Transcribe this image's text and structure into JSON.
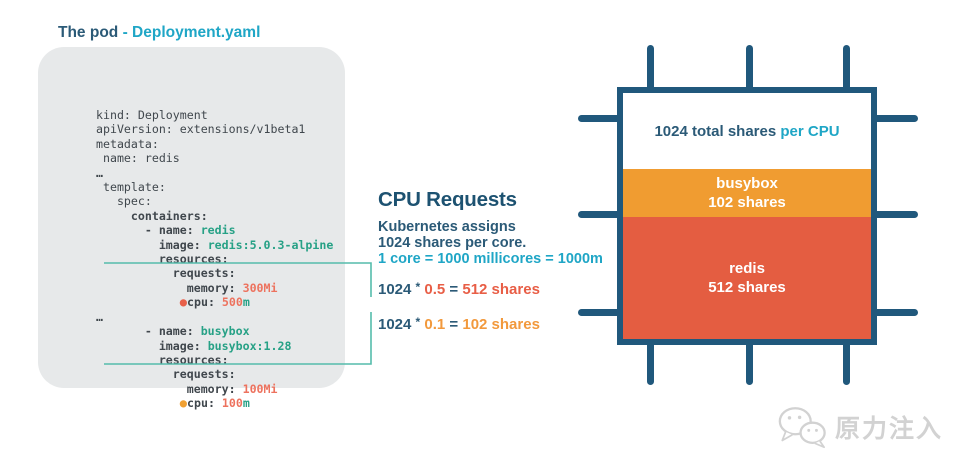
{
  "title": {
    "segments": [
      {
        "t": "The pod ",
        "c": "navy"
      },
      {
        "t": "- Deployment.yaml",
        "c": "cyan"
      }
    ]
  },
  "code": {
    "lines": [
      [
        {
          "t": "kind: Deployment",
          "c": "p"
        }
      ],
      [
        {
          "t": "apiVersion: extensions/v1beta1",
          "c": "p"
        }
      ],
      [
        {
          "t": "metadata:",
          "c": "p"
        }
      ],
      [
        {
          "t": " name: redis",
          "c": "p"
        }
      ],
      [
        {
          "t": "…",
          "c": "pb"
        }
      ],
      [
        {
          "t": " template:",
          "c": "p"
        }
      ],
      [
        {
          "t": "   spec:",
          "c": "p"
        }
      ],
      [
        {
          "t": "     containers:",
          "c": "pb"
        }
      ],
      [
        {
          "t": "       - name: ",
          "c": "pb"
        },
        {
          "t": "redis",
          "c": "g"
        }
      ],
      [
        {
          "t": "         image: ",
          "c": "pb"
        },
        {
          "t": "redis:5.0.3-alpine",
          "c": "g"
        }
      ],
      [
        {
          "t": "         resources:",
          "c": "pb"
        }
      ],
      [
        {
          "t": "           requests:",
          "c": "pb"
        }
      ],
      [
        {
          "t": "             memory: ",
          "c": "pb"
        },
        {
          "t": "300Mi",
          "c": "s"
        }
      ],
      [
        {
          "t": "            ",
          "c": "p"
        },
        {
          "t": "●",
          "c": "dr"
        },
        {
          "t": "cpu: ",
          "c": "pb"
        },
        {
          "t": "500",
          "c": "s"
        },
        {
          "t": "m",
          "c": "g"
        }
      ],
      [
        {
          "t": "…",
          "c": "pb"
        }
      ],
      [
        {
          "t": "       - name: ",
          "c": "pb"
        },
        {
          "t": "busybox",
          "c": "g"
        }
      ],
      [
        {
          "t": "         image: ",
          "c": "pb"
        },
        {
          "t": "busybox:1.28",
          "c": "g"
        }
      ],
      [
        {
          "t": "         resources:",
          "c": "pb"
        }
      ],
      [
        {
          "t": "           requests:",
          "c": "pb"
        }
      ],
      [
        {
          "t": "             memory: ",
          "c": "pb"
        },
        {
          "t": "100Mi",
          "c": "s"
        }
      ],
      [
        {
          "t": "            ",
          "c": "p"
        },
        {
          "t": "●",
          "c": "do"
        },
        {
          "t": "cpu: ",
          "c": "pb"
        },
        {
          "t": "100",
          "c": "s"
        },
        {
          "t": "m",
          "c": "g"
        }
      ]
    ]
  },
  "explainer": {
    "heading": "CPU Requests",
    "line1": "Kubernetes assigns",
    "line2": "1024 shares per core.",
    "accent_line": "1 core = 1000 millicores = 1000m",
    "formulas": [
      {
        "segments": [
          {
            "t": "1024 ",
            "c": "n"
          },
          {
            "t": "*",
            "c": "ast"
          },
          {
            "t": " ",
            "c": "n"
          },
          {
            "t": "0.5",
            "c": "red"
          },
          {
            "t": " = ",
            "c": "n"
          },
          {
            "t": "512 shares",
            "c": "red"
          }
        ]
      },
      {
        "segments": [
          {
            "t": "1024 ",
            "c": "n"
          },
          {
            "t": "*",
            "c": "ast"
          },
          {
            "t": " ",
            "c": "n"
          },
          {
            "t": "0.1",
            "c": "org"
          },
          {
            "t": " = ",
            "c": "n"
          },
          {
            "t": "102 shares",
            "c": "org"
          }
        ]
      }
    ]
  },
  "chip": {
    "total_label": {
      "segments": [
        {
          "t": "1024 total shares ",
          "c": "navy"
        },
        {
          "t": "per CPU",
          "c": "cyan"
        }
      ]
    },
    "sections": [
      {
        "name": "busybox",
        "shares": "102 shares",
        "color": "#f09c31"
      },
      {
        "name": "redis",
        "shares": "512 shares",
        "color": "#e45d41"
      }
    ]
  },
  "watermark": {
    "text": "原力注入"
  },
  "colors": {
    "navy": "#2b5a77",
    "heading_navy": "#1d5271",
    "cyan": "#1fa6c6",
    "code_green": "#27a186",
    "code_salmon": "#ed725e",
    "dot_red": "#e8604a",
    "dot_orange": "#f0a032",
    "formula_red": "#e85e46",
    "formula_orange": "#f2993c",
    "chip_border": "#20587c",
    "section_orange": "#f09c31",
    "section_red": "#e45d41",
    "code_background": "#e7e9ea",
    "connector_teal": "#55bcab",
    "watermark_gray": "#d2d2d2"
  }
}
